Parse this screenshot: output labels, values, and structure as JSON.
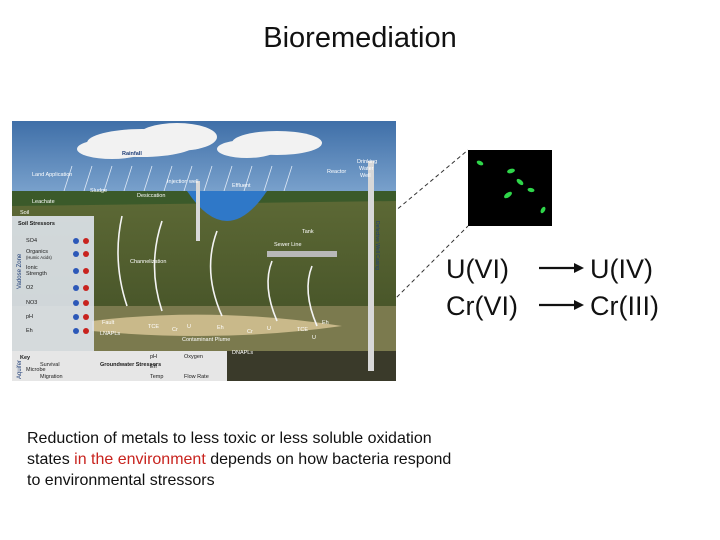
{
  "title": "Bioremediation",
  "diagram": {
    "rainfall": "Rainfall",
    "land_application": "Land Application",
    "injection_well": "Injection well",
    "drinking_water_well": [
      "Drinking",
      "Water",
      "Well"
    ],
    "reactor": "Reactor",
    "sludge": "Sludge",
    "desiccation": "Desiccation",
    "effluent": "Effluent",
    "leachate": "Leachate",
    "soil": "Soil",
    "tank": "Tank",
    "sewer_line": "Sewer Line",
    "channelization": "Channelization",
    "defective_well_casing": "Defective Well Casing",
    "vadose_zone": "Vadose Zone",
    "aquifer": "Aquifer",
    "fault": "Fault",
    "contaminant_plume": "Contaminant Plume",
    "lnapls": "LNAPLs",
    "dnapls": "DNAPLs",
    "soil_stressors_title": "Soil Stressors",
    "soil_stressors": [
      "SO4",
      "Organics",
      "(Humic Acids)",
      "Ionic",
      "Strength",
      "O2",
      "NO3",
      "pH",
      "Eh"
    ],
    "key_title": "Key",
    "key_items": [
      "Survival",
      "Microbe",
      "Migration"
    ],
    "groundwater_stressors": "Groundwater Stressors",
    "gw_items": [
      "pH",
      "Oxygen",
      "Eh",
      "Temp",
      "Flow Rate"
    ],
    "plume_labels": [
      "TCE",
      "Cr",
      "U",
      "Eh",
      "Cr",
      "U",
      "TCE",
      "U",
      "Eh"
    ]
  },
  "equations": [
    {
      "from": "U(VI)",
      "to": "U(IV)"
    },
    {
      "from": "Cr(VI)",
      "to": "Cr(III)"
    }
  ],
  "caption": {
    "part1": "Reduction of metals to less toxic or less soluble oxidation states ",
    "highlight": "in the environment",
    "part2": " depends on how bacteria respond to environmental stressors"
  },
  "colors": {
    "sky": "#5b8fc7",
    "soil": "#4a5a2a",
    "aquifer": "#6b7a48",
    "plume": "#c9b98a",
    "highlight": "#c8231e",
    "bacteria": "#2fd64a"
  }
}
